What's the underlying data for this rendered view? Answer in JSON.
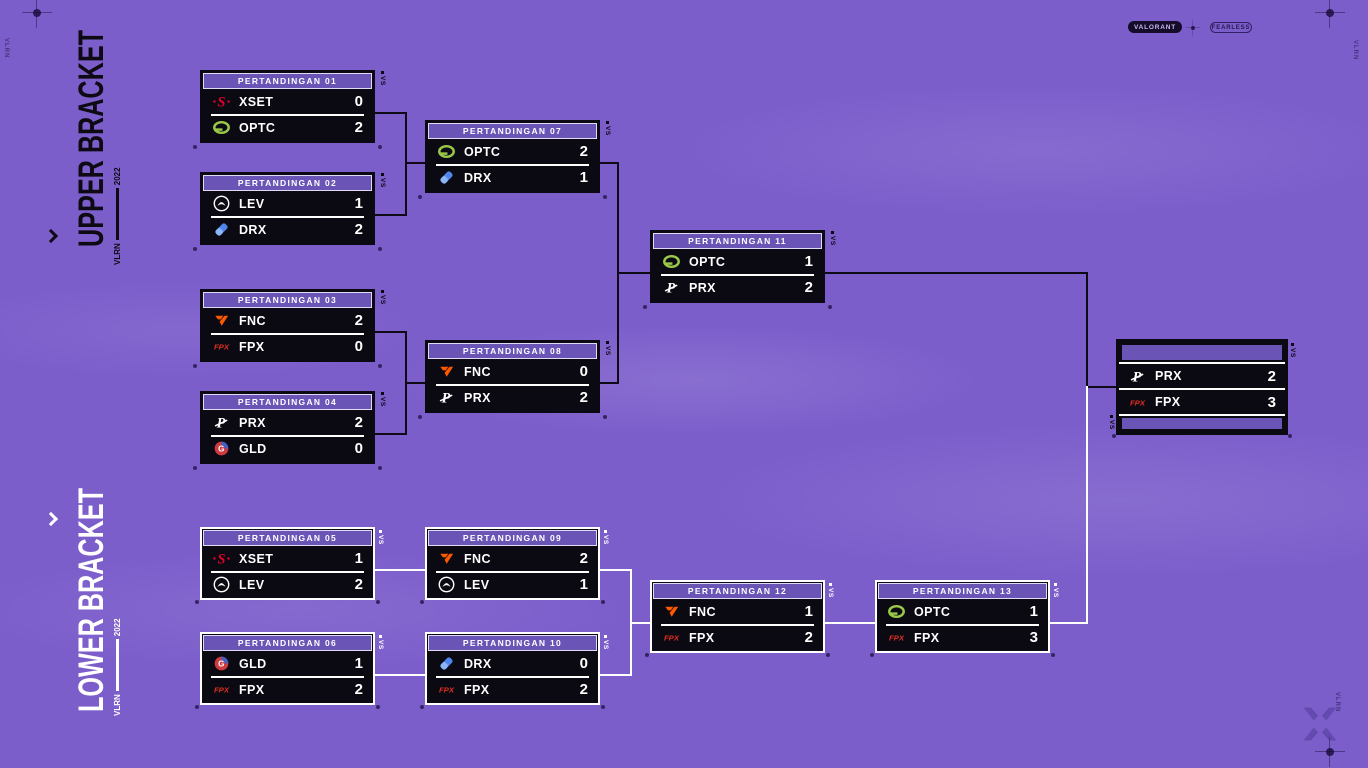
{
  "ui_colors": {
    "background": "#7c5ecb",
    "box_black": "#0b0911",
    "header_purple": "#6a54b6",
    "connector_upper": "#0e0a16",
    "connector_lower": "#ffffff",
    "text": "#ffffff"
  },
  "team_colors": {
    "xset": "#e4002b",
    "optc": "#9bc848",
    "lev": "#ffffff",
    "drx": "#4f86ec",
    "fnc": "#ff5900",
    "fpx": "#e13022",
    "prx": "#ffffff",
    "gld": "#cf3a41"
  },
  "top_bar": {
    "valorant_badge": "VALORANT",
    "fearless_badge": "FEARLESS"
  },
  "sections": {
    "upper_label": "UPPER BRACKET",
    "lower_label": "LOWER BRACKET",
    "side_code": "VLRN",
    "side_year": "2022"
  },
  "decor": {
    "vs_label": "VS",
    "tick_text": "VLRN"
  },
  "matches": [
    {
      "id": "m01",
      "bracket": "upper",
      "title": "PERTANDINGAN 01",
      "team1": "XSET",
      "logo1": "xset",
      "score1": "0",
      "team2": "OPTC",
      "logo2": "optc",
      "score2": "2"
    },
    {
      "id": "m02",
      "bracket": "upper",
      "title": "PERTANDINGAN 02",
      "team1": "LEV",
      "logo1": "lev",
      "score1": "1",
      "team2": "DRX",
      "logo2": "drx",
      "score2": "2"
    },
    {
      "id": "m03",
      "bracket": "upper",
      "title": "PERTANDINGAN 03",
      "team1": "FNC",
      "logo1": "fnc",
      "score1": "2",
      "team2": "FPX",
      "logo2": "fpx",
      "score2": "0"
    },
    {
      "id": "m04",
      "bracket": "upper",
      "title": "PERTANDINGAN 04",
      "team1": "PRX",
      "logo1": "prx",
      "score1": "2",
      "team2": "GLD",
      "logo2": "gld",
      "score2": "0"
    },
    {
      "id": "m05",
      "bracket": "lower",
      "title": "PERTANDINGAN 05",
      "team1": "XSET",
      "logo1": "xset",
      "score1": "1",
      "team2": "LEV",
      "logo2": "lev",
      "score2": "2"
    },
    {
      "id": "m06",
      "bracket": "lower",
      "title": "PERTANDINGAN 06",
      "team1": "GLD",
      "logo1": "gld",
      "score1": "1",
      "team2": "FPX",
      "logo2": "fpx",
      "score2": "2"
    },
    {
      "id": "m07",
      "bracket": "upper",
      "title": "PERTANDINGAN 07",
      "team1": "OPTC",
      "logo1": "optc",
      "score1": "2",
      "team2": "DRX",
      "logo2": "drx",
      "score2": "1"
    },
    {
      "id": "m08",
      "bracket": "upper",
      "title": "PERTANDINGAN 08",
      "team1": "FNC",
      "logo1": "fnc",
      "score1": "0",
      "team2": "PRX",
      "logo2": "prx",
      "score2": "2"
    },
    {
      "id": "m09",
      "bracket": "lower",
      "title": "PERTANDINGAN 09",
      "team1": "FNC",
      "logo1": "fnc",
      "score1": "2",
      "team2": "LEV",
      "logo2": "lev",
      "score2": "1"
    },
    {
      "id": "m10",
      "bracket": "lower",
      "title": "PERTANDINGAN 10",
      "team1": "DRX",
      "logo1": "drx",
      "score1": "0",
      "team2": "FPX",
      "logo2": "fpx",
      "score2": "2"
    },
    {
      "id": "m11",
      "bracket": "upper",
      "title": "PERTANDINGAN 11",
      "team1": "OPTC",
      "logo1": "optc",
      "score1": "1",
      "team2": "PRX",
      "logo2": "prx",
      "score2": "2"
    },
    {
      "id": "m12",
      "bracket": "lower",
      "title": "PERTANDINGAN 12",
      "team1": "FNC",
      "logo1": "fnc",
      "score1": "1",
      "team2": "FPX",
      "logo2": "fpx",
      "score2": "2"
    },
    {
      "id": "m13",
      "bracket": "lower",
      "title": "PERTANDINGAN 13",
      "team1": "OPTC",
      "logo1": "optc",
      "score1": "1",
      "team2": "FPX",
      "logo2": "fpx",
      "score2": "3"
    },
    {
      "id": "final",
      "bracket": "final",
      "title": "",
      "team1": "PRX",
      "logo1": "prx",
      "score1": "2",
      "team2": "FPX",
      "logo2": "fpx",
      "score2": "3"
    }
  ]
}
